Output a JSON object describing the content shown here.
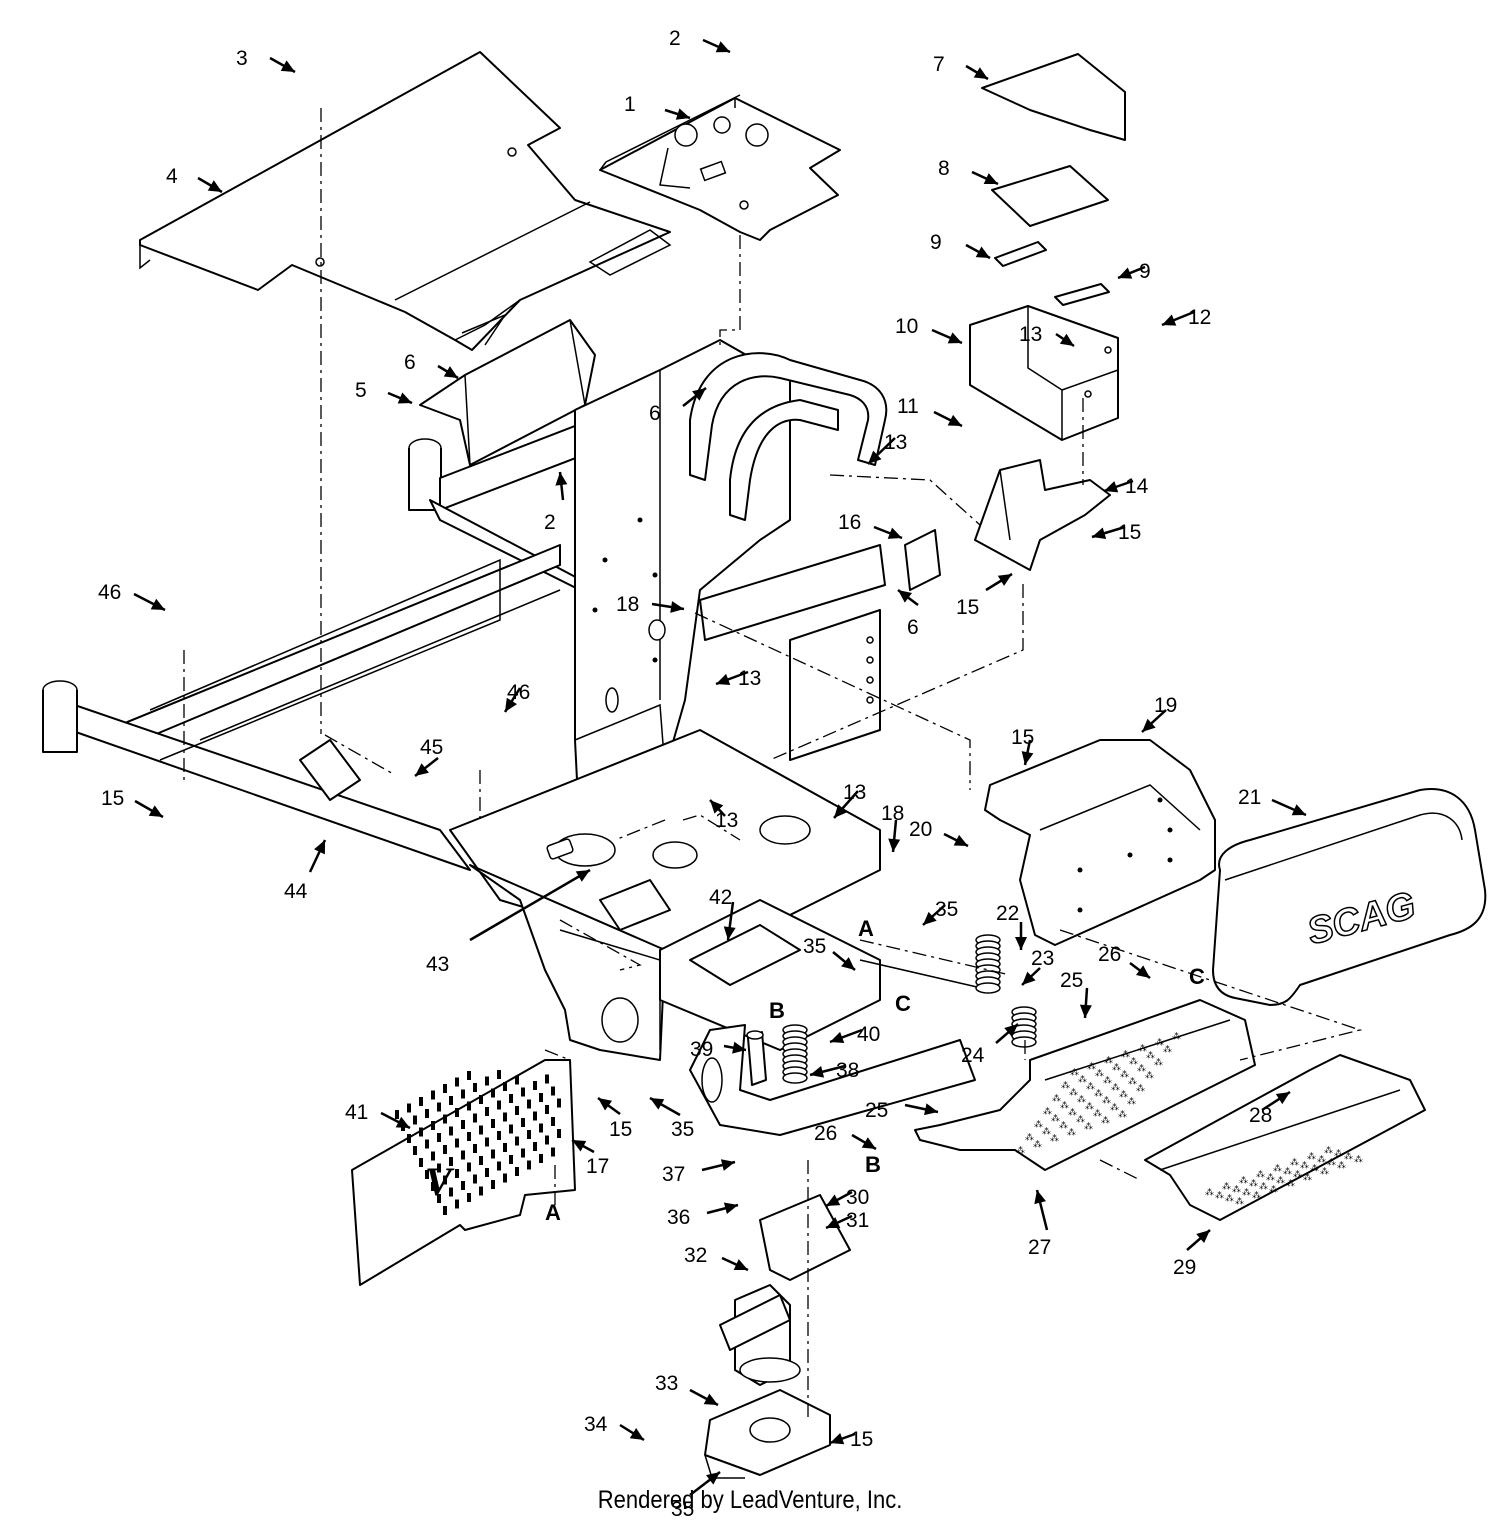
{
  "diagram": {
    "footer_text": "Rendered by LeadVenture, Inc.",
    "logo_text": "SCAG",
    "grille_badge": "V",
    "callouts": [
      {
        "id": "c1",
        "label": "1"
      },
      {
        "id": "c2a",
        "label": "2"
      },
      {
        "id": "c2b",
        "label": "2"
      },
      {
        "id": "c3",
        "label": "3"
      },
      {
        "id": "c4",
        "label": "4"
      },
      {
        "id": "c5",
        "label": "5"
      },
      {
        "id": "c6a",
        "label": "6"
      },
      {
        "id": "c6b",
        "label": "6"
      },
      {
        "id": "c6c",
        "label": "6"
      },
      {
        "id": "c7",
        "label": "7"
      },
      {
        "id": "c8",
        "label": "8"
      },
      {
        "id": "c9a",
        "label": "9"
      },
      {
        "id": "c9b",
        "label": "9"
      },
      {
        "id": "c10",
        "label": "10"
      },
      {
        "id": "c11",
        "label": "11"
      },
      {
        "id": "c12",
        "label": "12"
      },
      {
        "id": "c13a",
        "label": "13"
      },
      {
        "id": "c13b",
        "label": "13"
      },
      {
        "id": "c13c",
        "label": "13"
      },
      {
        "id": "c13d",
        "label": "13"
      },
      {
        "id": "c13e",
        "label": "13"
      },
      {
        "id": "c14",
        "label": "14"
      },
      {
        "id": "c15a",
        "label": "15"
      },
      {
        "id": "c15b",
        "label": "15"
      },
      {
        "id": "c15c",
        "label": "15"
      },
      {
        "id": "c15d",
        "label": "15"
      },
      {
        "id": "c15e",
        "label": "15"
      },
      {
        "id": "c15f",
        "label": "15"
      },
      {
        "id": "c16",
        "label": "16"
      },
      {
        "id": "c17",
        "label": "17"
      },
      {
        "id": "c18a",
        "label": "18"
      },
      {
        "id": "c18b",
        "label": "18"
      },
      {
        "id": "c19",
        "label": "19"
      },
      {
        "id": "c20",
        "label": "20"
      },
      {
        "id": "c21",
        "label": "21"
      },
      {
        "id": "c22",
        "label": "22"
      },
      {
        "id": "c23",
        "label": "23"
      },
      {
        "id": "c24",
        "label": "24"
      },
      {
        "id": "c25a",
        "label": "25"
      },
      {
        "id": "c25b",
        "label": "25"
      },
      {
        "id": "c26a",
        "label": "26"
      },
      {
        "id": "c26b",
        "label": "26"
      },
      {
        "id": "c27",
        "label": "27"
      },
      {
        "id": "c28",
        "label": "28"
      },
      {
        "id": "c29",
        "label": "29"
      },
      {
        "id": "c30",
        "label": "30"
      },
      {
        "id": "c31",
        "label": "31"
      },
      {
        "id": "c32",
        "label": "32"
      },
      {
        "id": "c33",
        "label": "33"
      },
      {
        "id": "c34",
        "label": "34"
      },
      {
        "id": "c35a",
        "label": "35"
      },
      {
        "id": "c35b",
        "label": "35"
      },
      {
        "id": "c35c",
        "label": "35"
      },
      {
        "id": "c35d",
        "label": "35"
      },
      {
        "id": "c35e",
        "label": "35"
      },
      {
        "id": "c36",
        "label": "36"
      },
      {
        "id": "c37",
        "label": "37"
      },
      {
        "id": "c38",
        "label": "38"
      },
      {
        "id": "c39",
        "label": "39"
      },
      {
        "id": "c40",
        "label": "40"
      },
      {
        "id": "c41",
        "label": "41"
      },
      {
        "id": "c42",
        "label": "42"
      },
      {
        "id": "c43",
        "label": "43"
      },
      {
        "id": "c44",
        "label": "44"
      },
      {
        "id": "c45",
        "label": "45"
      },
      {
        "id": "c46a",
        "label": "46"
      },
      {
        "id": "c46b",
        "label": "46"
      }
    ],
    "reference_letters": [
      {
        "id": "rA1",
        "label": "A"
      },
      {
        "id": "rA2",
        "label": "A"
      },
      {
        "id": "rB1",
        "label": "B"
      },
      {
        "id": "rB2",
        "label": "B"
      },
      {
        "id": "rC1",
        "label": "C"
      },
      {
        "id": "rC2",
        "label": "C"
      }
    ]
  }
}
